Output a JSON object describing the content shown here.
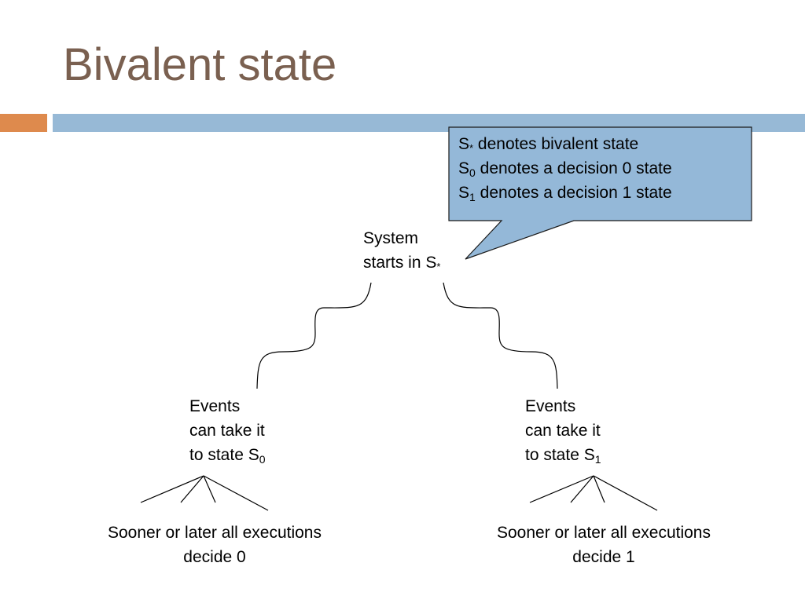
{
  "slide": {
    "title": "Bivalent state",
    "colors": {
      "title": "#7a6050",
      "accent_orange": "#de8a4d",
      "accent_blue": "#97b9d6",
      "callout_fill": "#94b8d8"
    }
  },
  "callout": {
    "line1": {
      "symbol": "S",
      "mark": "*",
      "text": " denotes bivalent state"
    },
    "line2": {
      "symbol": "S",
      "sub": "0",
      "text": " denotes a decision 0 state"
    },
    "line3": {
      "symbol": "S",
      "sub": "1",
      "text": " denotes a decision 1 state"
    }
  },
  "start": {
    "line1": "System",
    "line2_prefix": "starts in S",
    "line2_mark": "*"
  },
  "left_branch": {
    "line1": "Events",
    "line2": "can take it",
    "line3_prefix": "to state S",
    "line3_sub": "0",
    "outcome_line1": "Sooner or later all executions",
    "outcome_line2": "decide 0"
  },
  "right_branch": {
    "line1": "Events",
    "line2": "can take it",
    "line3_prefix": "to state S",
    "line3_sub": "1",
    "outcome_line1": "Sooner or later all executions",
    "outcome_line2": "decide 1"
  }
}
